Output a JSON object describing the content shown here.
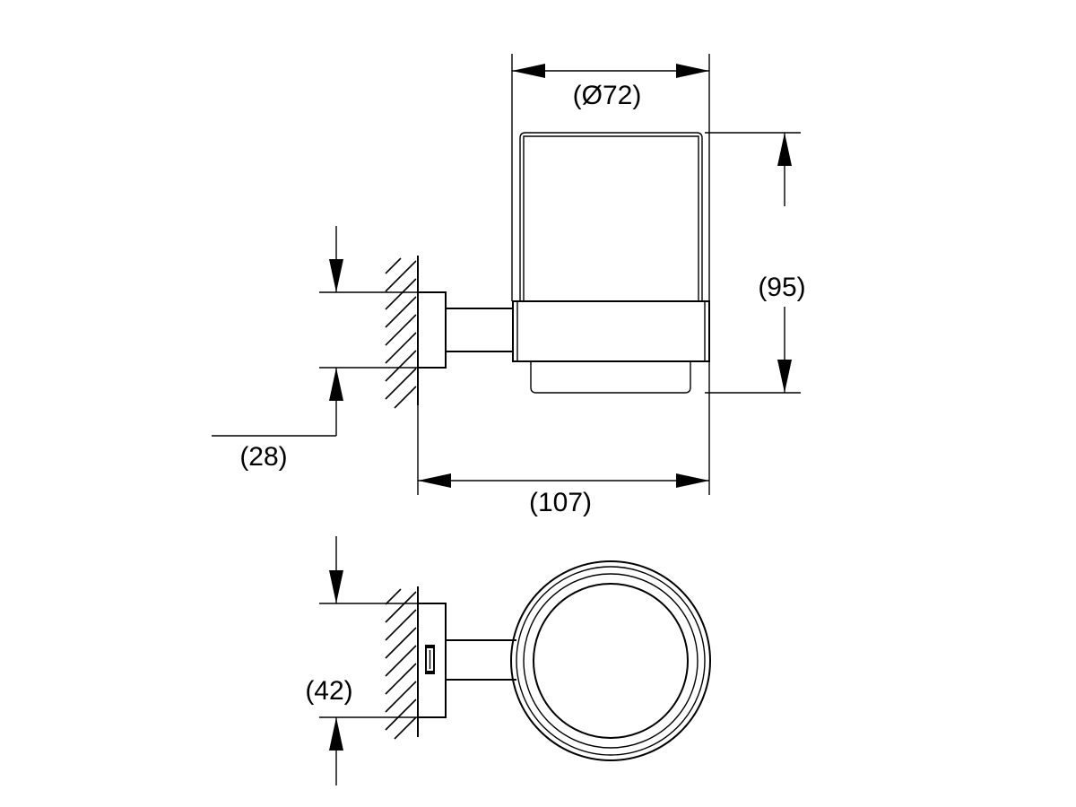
{
  "dimensions": {
    "diameter": "(Ø72)",
    "height": "(95)",
    "rosette_height": "(28)",
    "projection": "(107)",
    "rosette_width": "(42)"
  },
  "colors": {
    "line": "#000000",
    "background": "#ffffff"
  }
}
